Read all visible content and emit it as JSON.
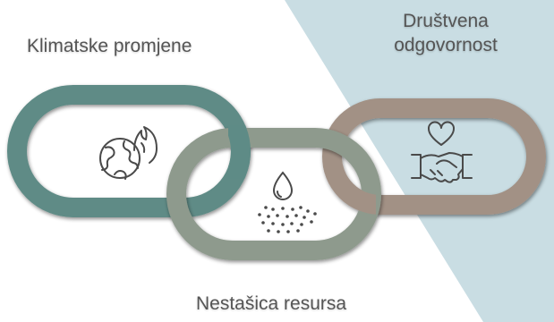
{
  "diagram": {
    "labels": {
      "climate": "Klimatske promjene",
      "social_line1": "Društvena",
      "social_line2": "odgovornost",
      "resources": "Nestašica resursa"
    },
    "colors": {
      "background": "#ffffff",
      "diagonal_panel": "#c9dde3",
      "link_left": "#5e8b86",
      "link_middle": "#8e9a8d",
      "link_right": "#a29185",
      "text": "#555555",
      "icon_stroke": "#4a4a4a"
    },
    "icons": {
      "left": "globe-fire-icon",
      "middle": "water-drop-scatter-icon",
      "right": "heart-handshake-icon"
    }
  }
}
